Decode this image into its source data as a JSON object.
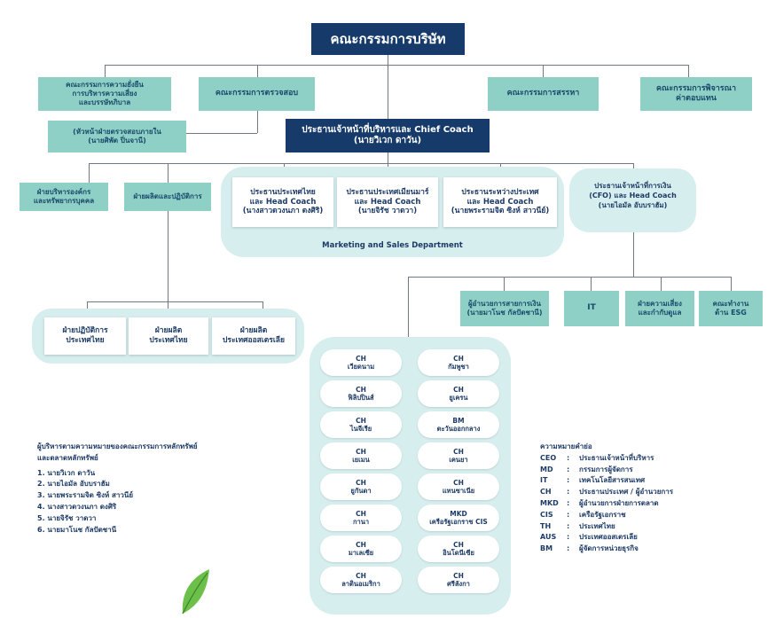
{
  "board": "คณะกรรมการบริษัท",
  "committees": {
    "sustainability": [
      "คณะกรรมการความยั่งยืน",
      "การบริหารความเสี่ยง",
      "และบรรษัทภิบาล"
    ],
    "audit": "คณะกรรมการตรวจสอบ",
    "nomination": "คณะกรรมการสรรหา",
    "remuneration": [
      "คณะกรรมการพิจารณา",
      "ค่าตอบแทน"
    ]
  },
  "internal_audit": [
    "(หัวหน้าฝ่ายตรวจสอบภายใน",
    "(นายศิพัต ปิ่นจานี)"
  ],
  "ceo": [
    "ประธานเจ้าหน้าที่บริหารและ Chief Coach",
    "(นายวิเวก ดาวัน)"
  ],
  "departments": {
    "hr": [
      "ฝ่ายบริหารองค์กร",
      "และทรัพยากรบุคคล"
    ],
    "production": "ฝ่ายผลิตและปฏิบัติการ"
  },
  "country_heads": [
    [
      "ประธานประเทศไทย",
      "และ Head Coach",
      "(นางสาวดวงนภา ดงศิริ)"
    ],
    [
      "ประธานประเทศเมียนมาร์",
      "และ Head Coach",
      "(นายจิรัช วาดวา)"
    ],
    [
      "ประธานระหว่างประเทศ",
      "และ Head Coach",
      "(นายพระรามจิต ซิงห์ สาวนีย์)"
    ]
  ],
  "marketing_label": "Marketing and Sales Department",
  "cfo": [
    "ประธานเจ้าหน้าที่การเงิน",
    "(CFO) และ Head Coach",
    "(นายไอมัล อับบราฮัม)"
  ],
  "cfo_units": [
    [
      "ผู้อำนวยการสายการเงิน",
      "(นายมาโนช กัลปัตชานี)"
    ],
    [
      "IT"
    ],
    [
      "ฝ่ายความเสี่ยง",
      "และกำกับดูแล"
    ],
    [
      "คณะทำงาน",
      "ด้าน ESG"
    ]
  ],
  "production_units": [
    [
      "ฝ่ายปฏิบัติการ",
      "ประเทศไทย"
    ],
    [
      "ฝ่ายผลิต",
      "ประเทศไทย"
    ],
    [
      "ฝ่ายผลิต",
      "ประเทศออสเตรเลีย"
    ]
  ],
  "country_ch_left": [
    [
      "CH",
      "เวียดนาม"
    ],
    [
      "CH",
      "ฟิลิปปินส์"
    ],
    [
      "CH",
      "ไนจีเรีย"
    ],
    [
      "CH",
      "เยเมน"
    ],
    [
      "CH",
      "ยูกันดา"
    ],
    [
      "CH",
      "กานา"
    ],
    [
      "CH",
      "มาเลเซีย"
    ],
    [
      "CH",
      "ลาตินอเมริกา"
    ]
  ],
  "country_ch_right": [
    [
      "CH",
      "กัมพูชา"
    ],
    [
      "CH",
      "ยูเครน"
    ],
    [
      "BM",
      "ตะวันออกกลาง"
    ],
    [
      "CH",
      "เคนยา"
    ],
    [
      "CH",
      "แทนซาเนีย"
    ],
    [
      "MKD",
      "เครือรัฐเอกราช CIS"
    ],
    [
      "CH",
      "อินโดนีเซีย"
    ],
    [
      "CH",
      "ศรีลังกา"
    ]
  ],
  "executives": {
    "title": [
      "ผู้บริหารตามความหมายของคณะกรรมการหลักทรัพย์",
      "และตลาดหลักทรัพย์"
    ],
    "names": [
      "1. นายวิเวก ดาวัน",
      "2. นายไอมัล อับบราฮัม",
      "3. นายพระรามจิต ซิงห์ สาวนีย์",
      "4. นางสาวดวงนภา ดงศิริ",
      "5. นายจิรัช วาดวา",
      "6. นายมาโนช กัลปัตชานี"
    ]
  },
  "glossary": {
    "title": "ความหมายคำย่อ",
    "items": [
      [
        "CEO",
        ":",
        "ประธานเจ้าหน้าที่บริหาร"
      ],
      [
        "MD",
        ":",
        "กรรมการผู้จัดการ"
      ],
      [
        "IT",
        ":",
        "เทคโนโลยีสารสนเทศ"
      ],
      [
        "CH",
        ":",
        "ประธานประเทศ / ผู้อำนวยการ"
      ],
      [
        "MKD",
        ":",
        "ผู้อำนวยการฝ่ายการตลาด"
      ],
      [
        "CIS",
        ":",
        "เครือรัฐเอกราช"
      ],
      [
        "TH",
        ":",
        "ประเทศไทย"
      ],
      [
        "AUS",
        ":",
        "ประเทศออสเตรเลีย"
      ],
      [
        "BM",
        ":",
        "ผู้จัดการหน่วยธุรกิจ"
      ]
    ]
  },
  "colors": {
    "navy": "#163a6a",
    "teal": "#8fd0c6",
    "panel": "#d7eeef",
    "leaf": "#6cc04a"
  }
}
